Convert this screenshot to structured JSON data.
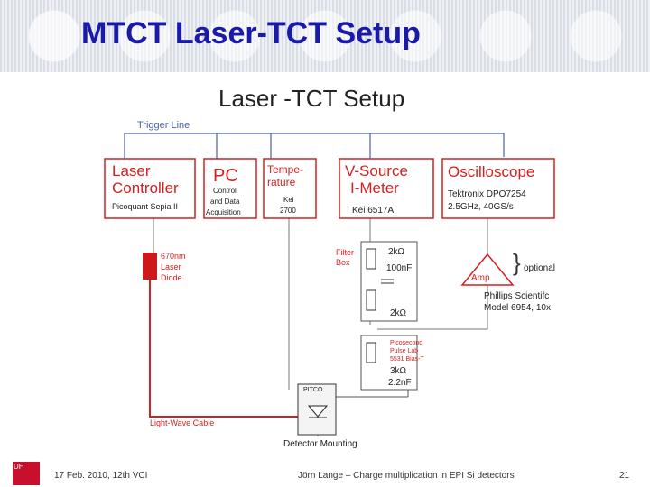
{
  "slide": {
    "title": "MTCT Laser-TCT Setup",
    "diagram_title": "Laser -TCT Setup"
  },
  "diagram": {
    "trigger_line": "Trigger Line",
    "laser_controller": {
      "title_line1": "Laser",
      "title_line2": "Controller",
      "sub": "Picoquant Sepia II"
    },
    "pc": {
      "title": "PC",
      "sub_line1": "Control",
      "sub_line2": "and Data",
      "sub_line3": "Acquisition"
    },
    "temperature": {
      "title_line1": "Tempe-",
      "title_line2": "rature",
      "sub_line1": "Kei",
      "sub_line2": "2700"
    },
    "vsource": {
      "title_line1": "V-Source",
      "title_line2": "I-Meter",
      "sub": "Kei 6517A"
    },
    "oscilloscope": {
      "title": "Oscilloscope",
      "sub_line1": "Tektronix DPO7254",
      "sub_line2": "2.5GHz, 40GS/s"
    },
    "diode": {
      "line1": "670nm",
      "line2": "Laser",
      "line3": "Diode"
    },
    "filter": {
      "label_line1": "Filter",
      "label_line2": "Box",
      "r1": "2kΩ",
      "c1": "100nF",
      "r2": "2kΩ"
    },
    "amp": {
      "label": "Amp",
      "optional": "optional",
      "model_line1": "Phillips Scientifc",
      "model_line2": "Model 6954, 10x"
    },
    "biastee": {
      "line1": "Picosecond",
      "line2": "Pulse Lab",
      "line3": "5531 Bias-T",
      "r": "3kΩ",
      "c": "2.2nF"
    },
    "pitco": "PITCO",
    "cable": "Light-Wave Cable",
    "detector": "Detector Mounting"
  },
  "footer": {
    "logo_text": "UH",
    "date": "17 Feb. 2010,  12th VCI",
    "author": "Jörn Lange – Charge multiplication in EPI Si detectors",
    "page": "21"
  },
  "colors": {
    "title_blue": "#1a1aa8",
    "box_red": "#d42020",
    "trigger_blue": "#4a5fa8",
    "wire_gray": "#666666"
  }
}
